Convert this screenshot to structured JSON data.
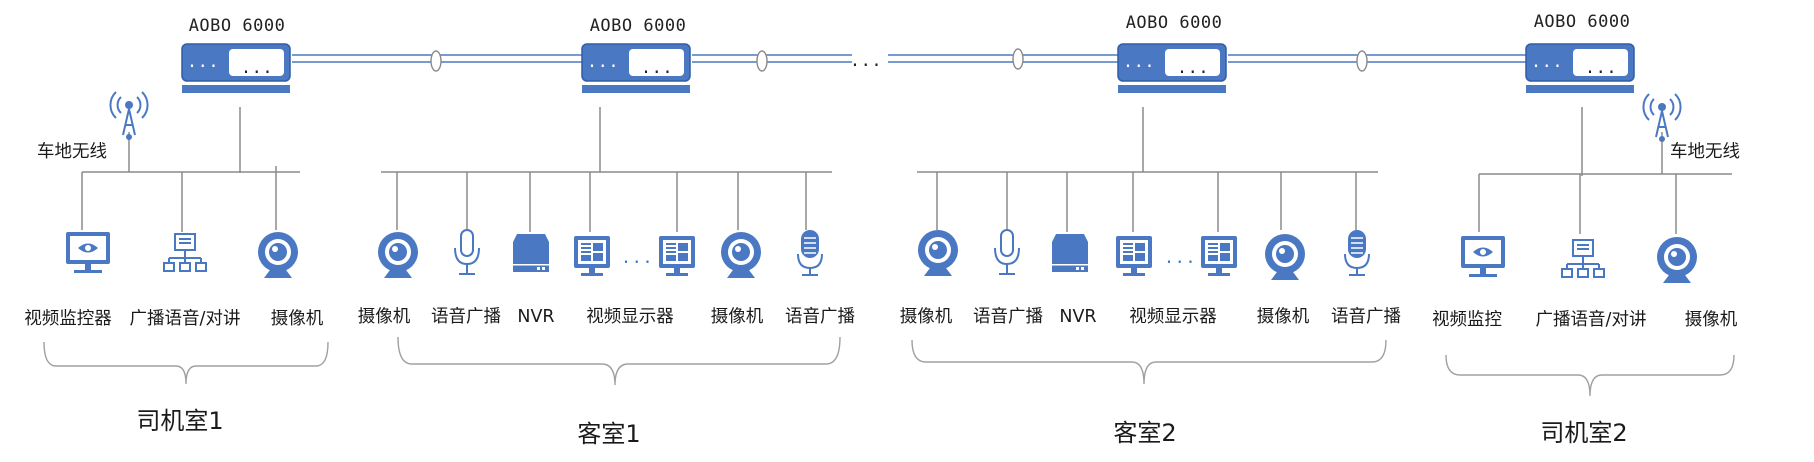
{
  "switches": [
    {
      "label": "AOBO 6000",
      "panel_text": "...",
      "port_text": "..."
    },
    {
      "label": "AOBO 6000",
      "panel_text": "...",
      "port_text": "..."
    },
    {
      "label": "AOBO 6000",
      "panel_text": "...",
      "port_text": "..."
    },
    {
      "label": "AOBO 6000",
      "panel_text": "...",
      "port_text": "..."
    }
  ],
  "trunk_gap": "...",
  "wireless": [
    {
      "label": "车地无线"
    },
    {
      "label": "车地无线"
    }
  ],
  "groups": [
    {
      "name": "司机室1",
      "devices": [
        {
          "label": "视频监控器",
          "icon": "monitor-icon"
        },
        {
          "label": "广播语音/对讲",
          "icon": "broadcast-intercom-icon"
        },
        {
          "label": "摄像机",
          "icon": "camera-icon"
        }
      ]
    },
    {
      "name": "客室1",
      "devices": [
        {
          "label": "摄像机",
          "icon": "camera-icon"
        },
        {
          "label": "语音广播",
          "icon": "microphone-icon"
        },
        {
          "label": "NVR",
          "icon": "nvr-icon"
        },
        {
          "label": "视频显示器",
          "icon": "display-icon",
          "gap": "..."
        },
        {
          "label": "摄像机",
          "icon": "camera-icon"
        },
        {
          "label": "语音广播",
          "icon": "microphone-icon"
        }
      ]
    },
    {
      "name": "客室2",
      "devices": [
        {
          "label": "摄像机",
          "icon": "camera-icon"
        },
        {
          "label": "语音广播",
          "icon": "microphone-icon"
        },
        {
          "label": "NVR",
          "icon": "nvr-icon"
        },
        {
          "label": "视频显示器",
          "icon": "display-icon",
          "gap": "..."
        },
        {
          "label": "摄像机",
          "icon": "camera-icon"
        },
        {
          "label": "语音广播",
          "icon": "microphone-icon"
        }
      ]
    },
    {
      "name": "司机室2",
      "devices": [
        {
          "label": "视频监控",
          "icon": "monitor-icon"
        },
        {
          "label": "广播语音/对讲",
          "icon": "broadcast-intercom-icon"
        },
        {
          "label": "摄像机",
          "icon": "camera-icon"
        }
      ]
    }
  ],
  "colors": {
    "accent": "#4a78c2",
    "line": "#8a8a8a",
    "text": "#1a1a1a"
  }
}
